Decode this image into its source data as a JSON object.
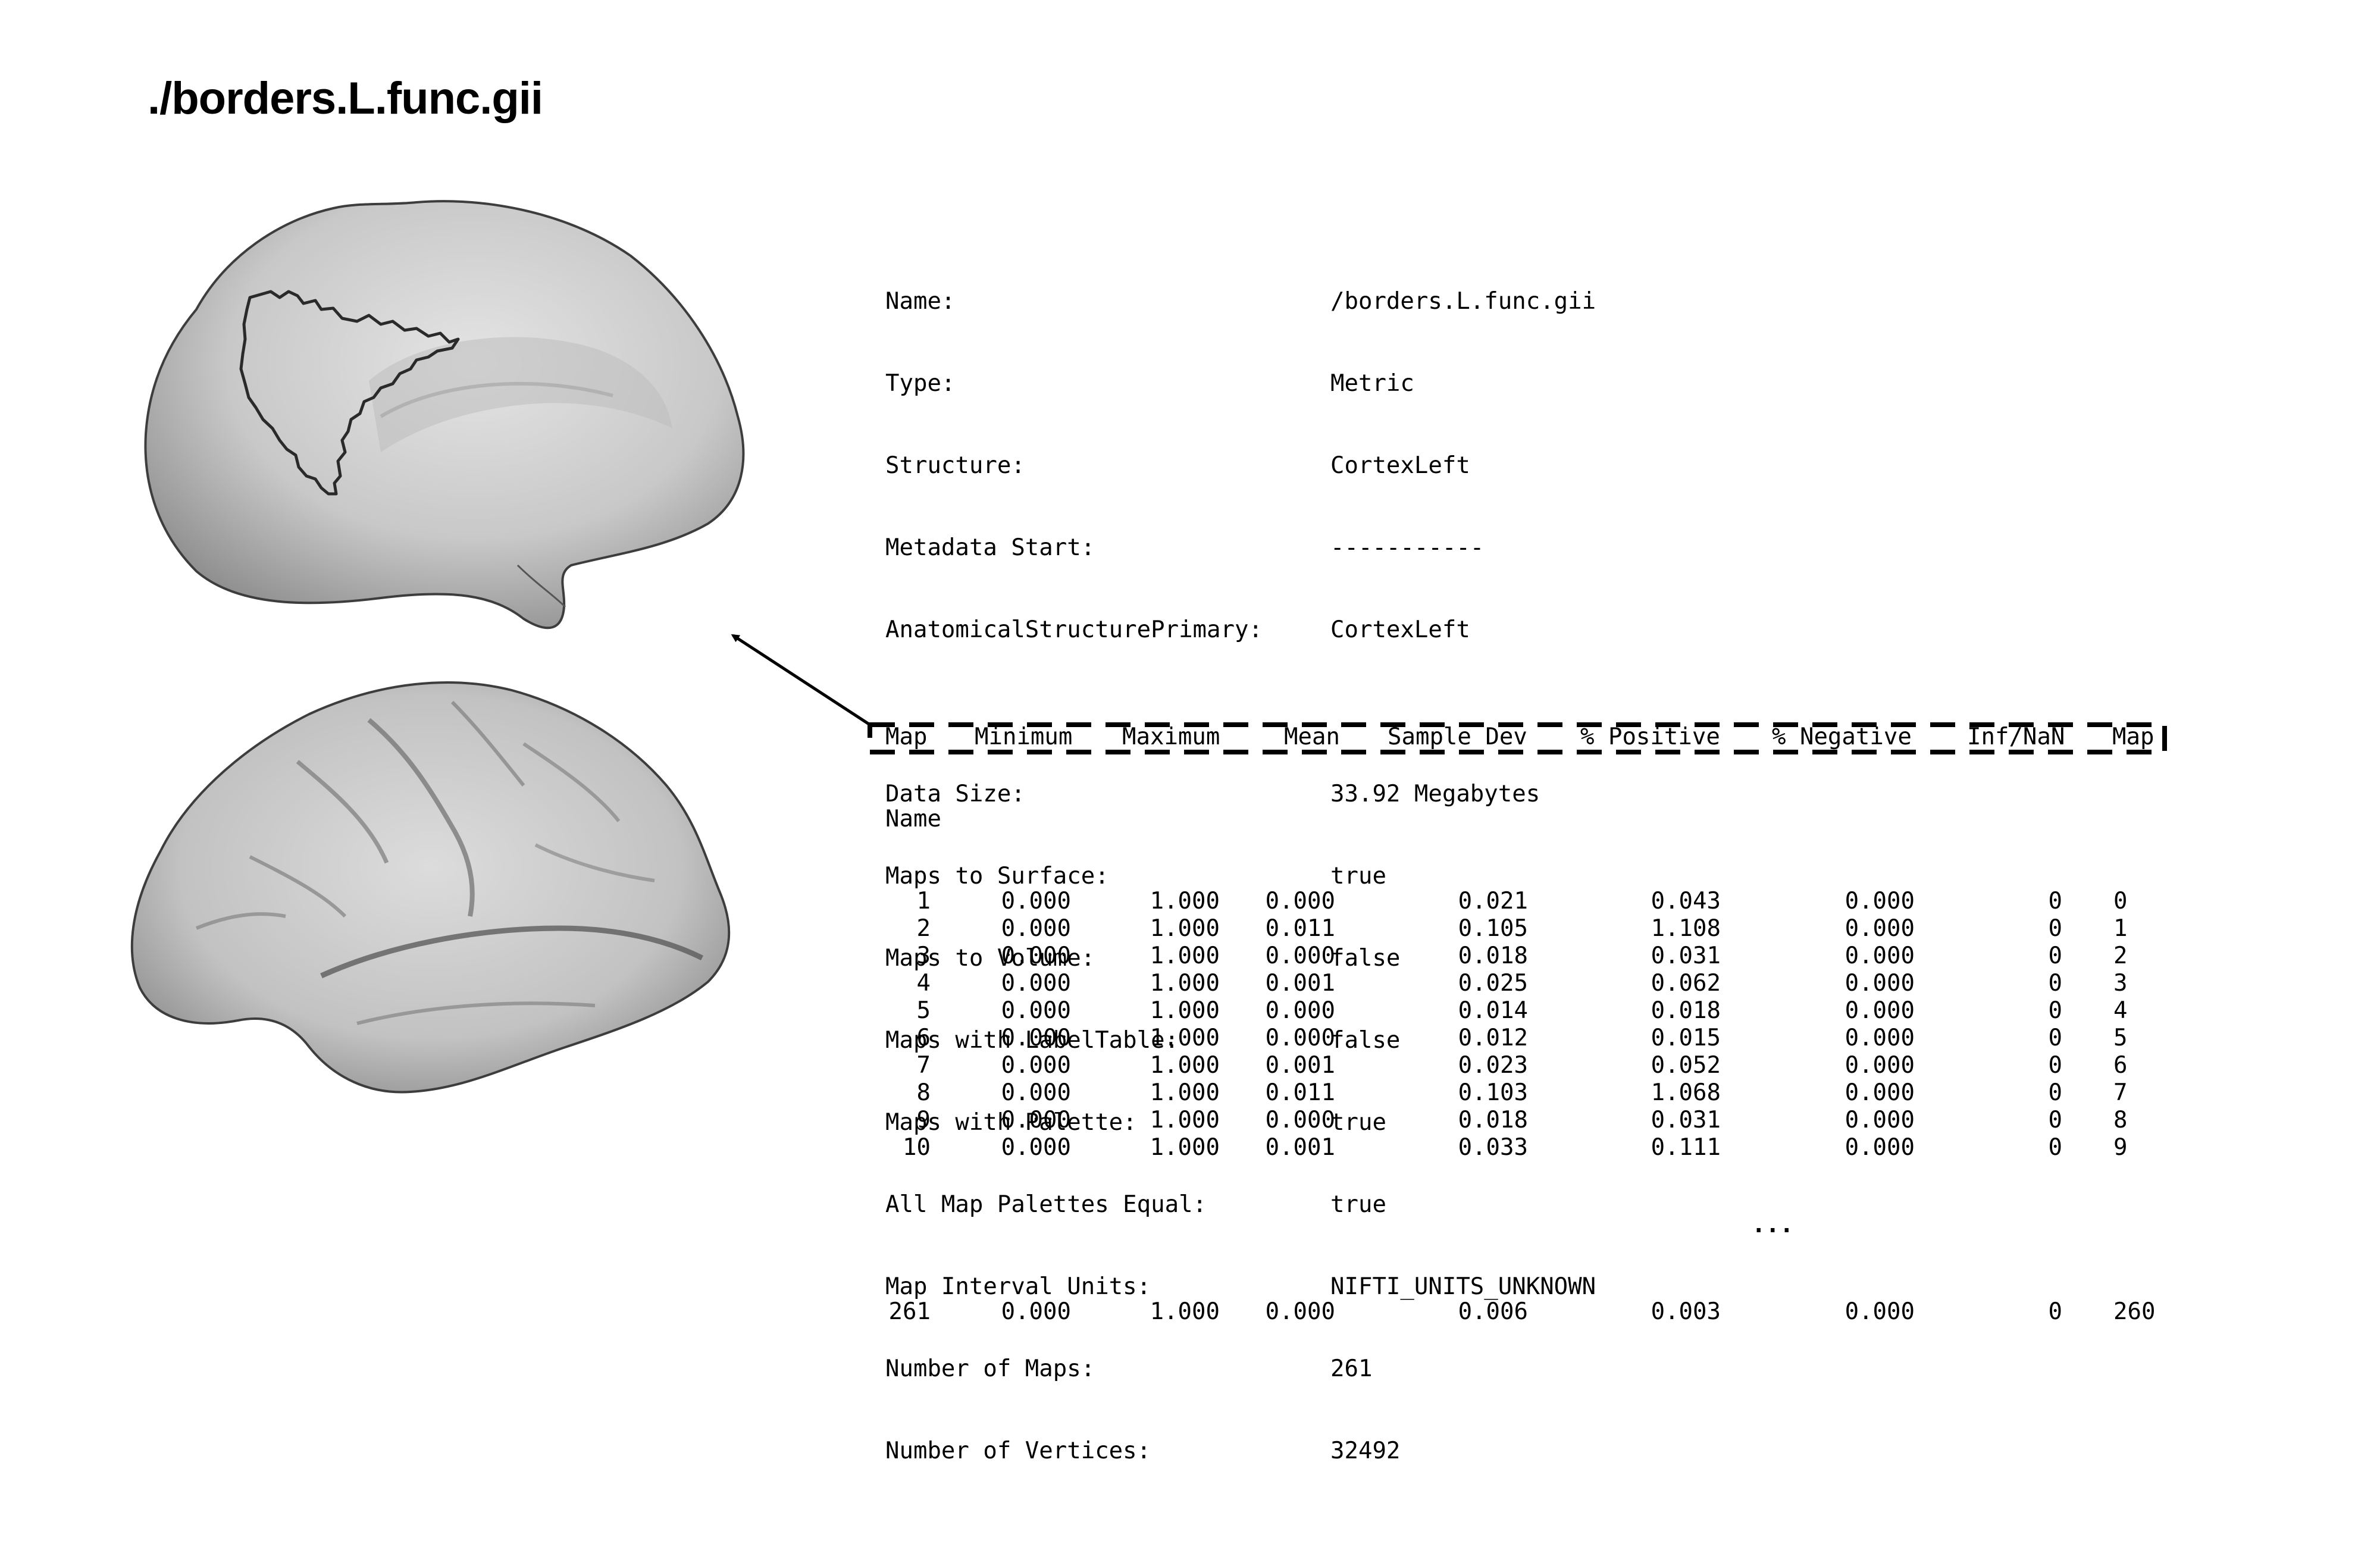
{
  "title": "./borders.L.func.gii",
  "info": [
    {
      "key": "Name:",
      "value": "/borders.L.func.gii"
    },
    {
      "key": "Type:",
      "value": "Metric"
    },
    {
      "key": "Structure:",
      "value": "CortexLeft"
    },
    {
      "key": "Metadata Start:",
      "value": "-----------"
    },
    {
      "key": "AnatomicalStructurePrimary:",
      "value": "CortexLeft"
    }
  ],
  "info2": [
    {
      "key": "Data Size:",
      "value": "33.92 Megabytes"
    },
    {
      "key": "Maps to Surface:",
      "value": "true"
    },
    {
      "key": "Maps to Volume:",
      "value": "false"
    },
    {
      "key": "Maps with LabelTable:",
      "value": "false"
    },
    {
      "key": "Maps with Palette:",
      "value": "true"
    },
    {
      "key": "All Map Palettes Equal:",
      "value": "true"
    },
    {
      "key": "Map Interval Units:",
      "value": "NIFTI_UNITS_UNKNOWN"
    },
    {
      "key": "Number of Maps:",
      "value": "261"
    },
    {
      "key": "Number of Vertices:",
      "value": "32492"
    }
  ],
  "table": {
    "headers": {
      "map": "Map",
      "min": "Minimum",
      "max": "Maximum",
      "mean": "Mean",
      "sdev": "Sample Dev",
      "pos": "% Positive",
      "neg": "% Negative",
      "inf": "Inf/NaN",
      "name": "Map",
      "name2": "Name"
    },
    "rows": [
      [
        "1",
        "0.000",
        "1.000",
        "0.000",
        "0.021",
        "0.043",
        "0.000",
        "0",
        "0"
      ],
      [
        "2",
        "0.000",
        "1.000",
        "0.011",
        "0.105",
        "1.108",
        "0.000",
        "0",
        "1"
      ],
      [
        "3",
        "0.000",
        "1.000",
        "0.000",
        "0.018",
        "0.031",
        "0.000",
        "0",
        "2"
      ],
      [
        "4",
        "0.000",
        "1.000",
        "0.001",
        "0.025",
        "0.062",
        "0.000",
        "0",
        "3"
      ],
      [
        "5",
        "0.000",
        "1.000",
        "0.000",
        "0.014",
        "0.018",
        "0.000",
        "0",
        "4"
      ],
      [
        "6",
        "0.000",
        "1.000",
        "0.000",
        "0.012",
        "0.015",
        "0.000",
        "0",
        "5"
      ],
      [
        "7",
        "0.000",
        "1.000",
        "0.001",
        "0.023",
        "0.052",
        "0.000",
        "0",
        "6"
      ],
      [
        "8",
        "0.000",
        "1.000",
        "0.011",
        "0.103",
        "1.068",
        "0.000",
        "0",
        "7"
      ],
      [
        "9",
        "0.000",
        "1.000",
        "0.000",
        "0.018",
        "0.031",
        "0.000",
        "0",
        "8"
      ],
      [
        "10",
        "0.000",
        "1.000",
        "0.001",
        "0.033",
        "0.111",
        "0.000",
        "0",
        "9"
      ]
    ],
    "ellipsis": "...",
    "last_row": [
      "261",
      "0.000",
      "1.000",
      "0.000",
      "0.006",
      "0.003",
      "0.000",
      "0",
      "260"
    ]
  },
  "colors": {
    "brain_fill": "#c9c9c9",
    "brain_edge": "#4a4a4a",
    "outline": "#2a2a2a",
    "text": "#000000"
  },
  "icons": [
    "medial-brain-surface",
    "lateral-brain-surface",
    "arrow",
    "dashed-highlight-box"
  ]
}
